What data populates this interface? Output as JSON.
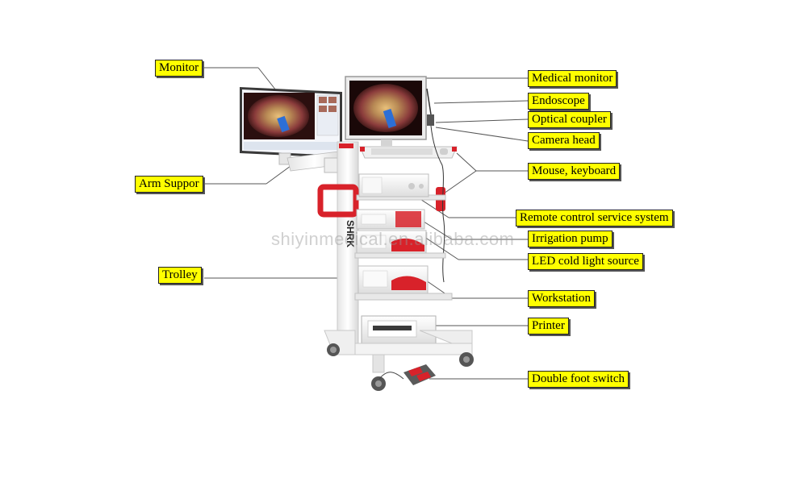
{
  "labels": {
    "monitor": "Monitor",
    "arm_support": "Arm Suppor",
    "trolley": "Trolley",
    "medical_monitor": "Medical monitor",
    "endoscope": "Endoscope",
    "optical_coupler": "Optical coupler",
    "camera_head": "Camera head",
    "mouse_keyboard": "Mouse, keyboard",
    "remote_control": "Remote control service system",
    "irrigation_pump": "Irrigation pump",
    "led_light_source": "LED cold light source",
    "workstation": "Workstation",
    "printer": "Printer",
    "double_foot_switch": "Double foot switch"
  },
  "brand": "SHRK",
  "watermark": "shiyinmedical.en.alibaba.com",
  "colors": {
    "label_fill": "#ffff00",
    "accent_red": "#d8222a",
    "trolley_white": "#f2f2f2"
  }
}
